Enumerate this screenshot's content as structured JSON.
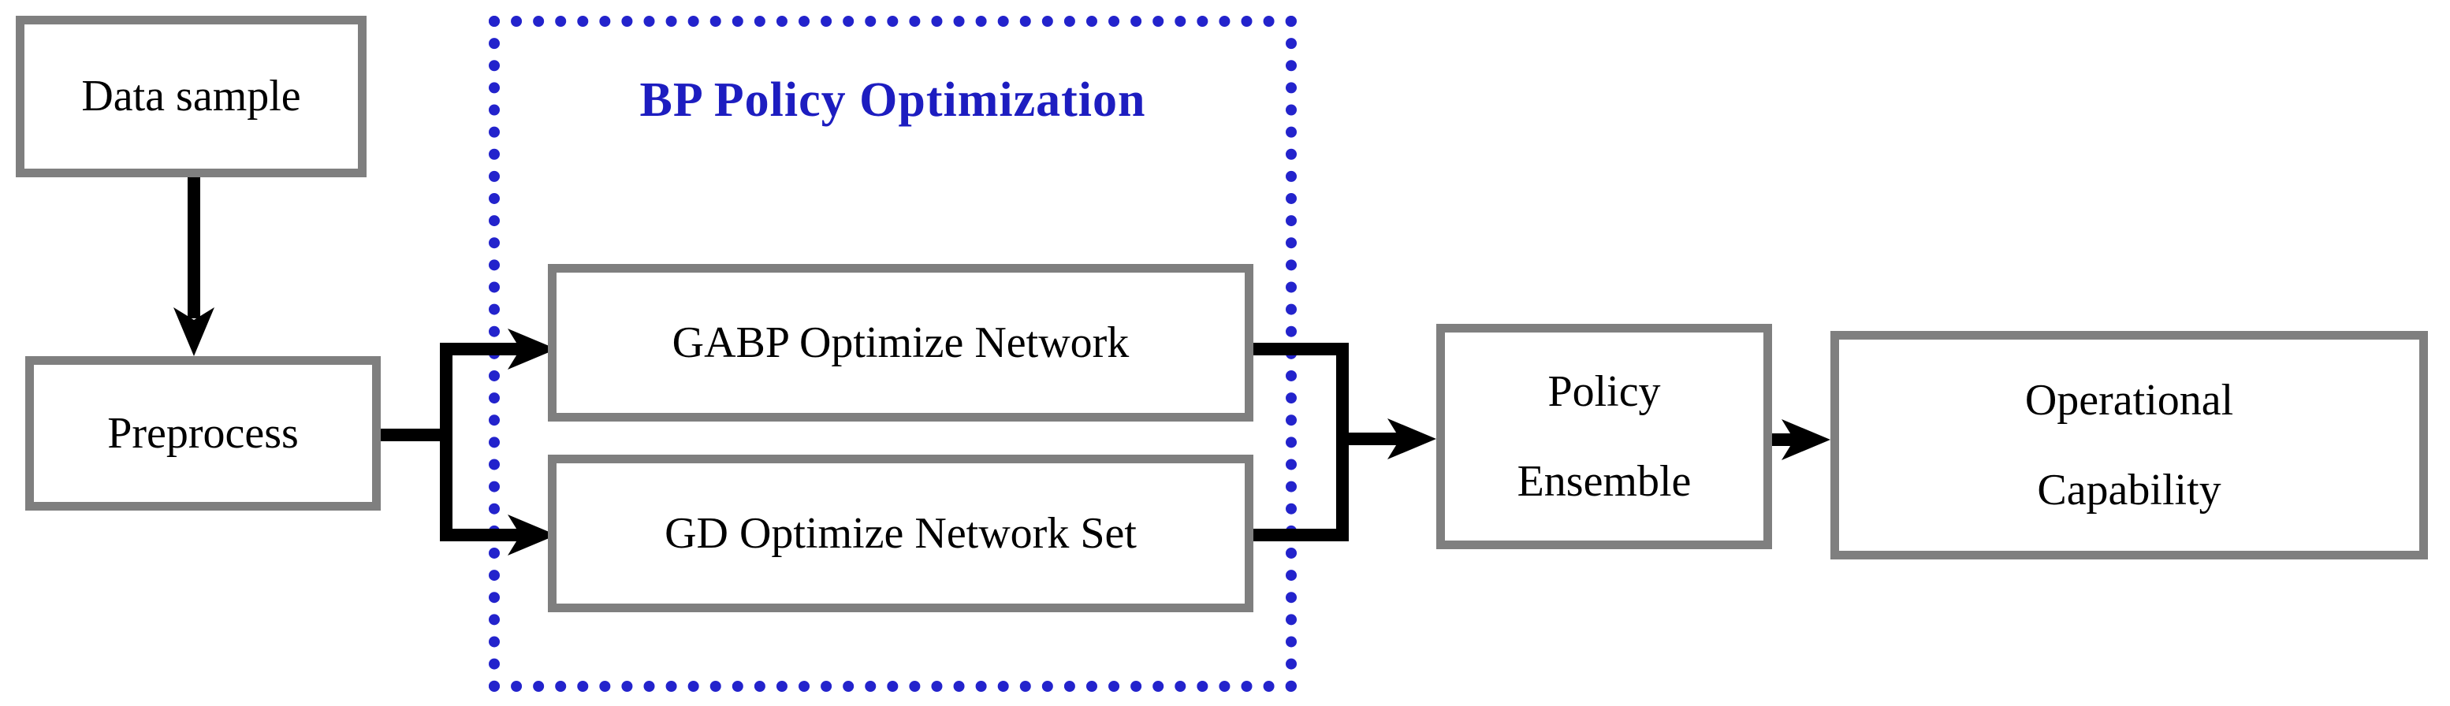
{
  "diagram": {
    "title": "BP Policy Optimization",
    "nodes": {
      "data_sample": {
        "label": "Data sample"
      },
      "preprocess": {
        "label": "Preprocess"
      },
      "gabp": {
        "label": "GABP Optimize Network"
      },
      "gd": {
        "label": "GD Optimize Network Set"
      },
      "policy_ensemble": {
        "line1": "Policy",
        "line2": "Ensemble"
      },
      "operational_capability": {
        "line1": "Operational",
        "line2": "Capability"
      }
    },
    "colors": {
      "box_border": "#7f7f7f",
      "dotted_border": "#2323cc",
      "title_text": "#1d1dc0",
      "arrow": "#000000",
      "node_text": "#000000",
      "background": "#ffffff"
    }
  }
}
